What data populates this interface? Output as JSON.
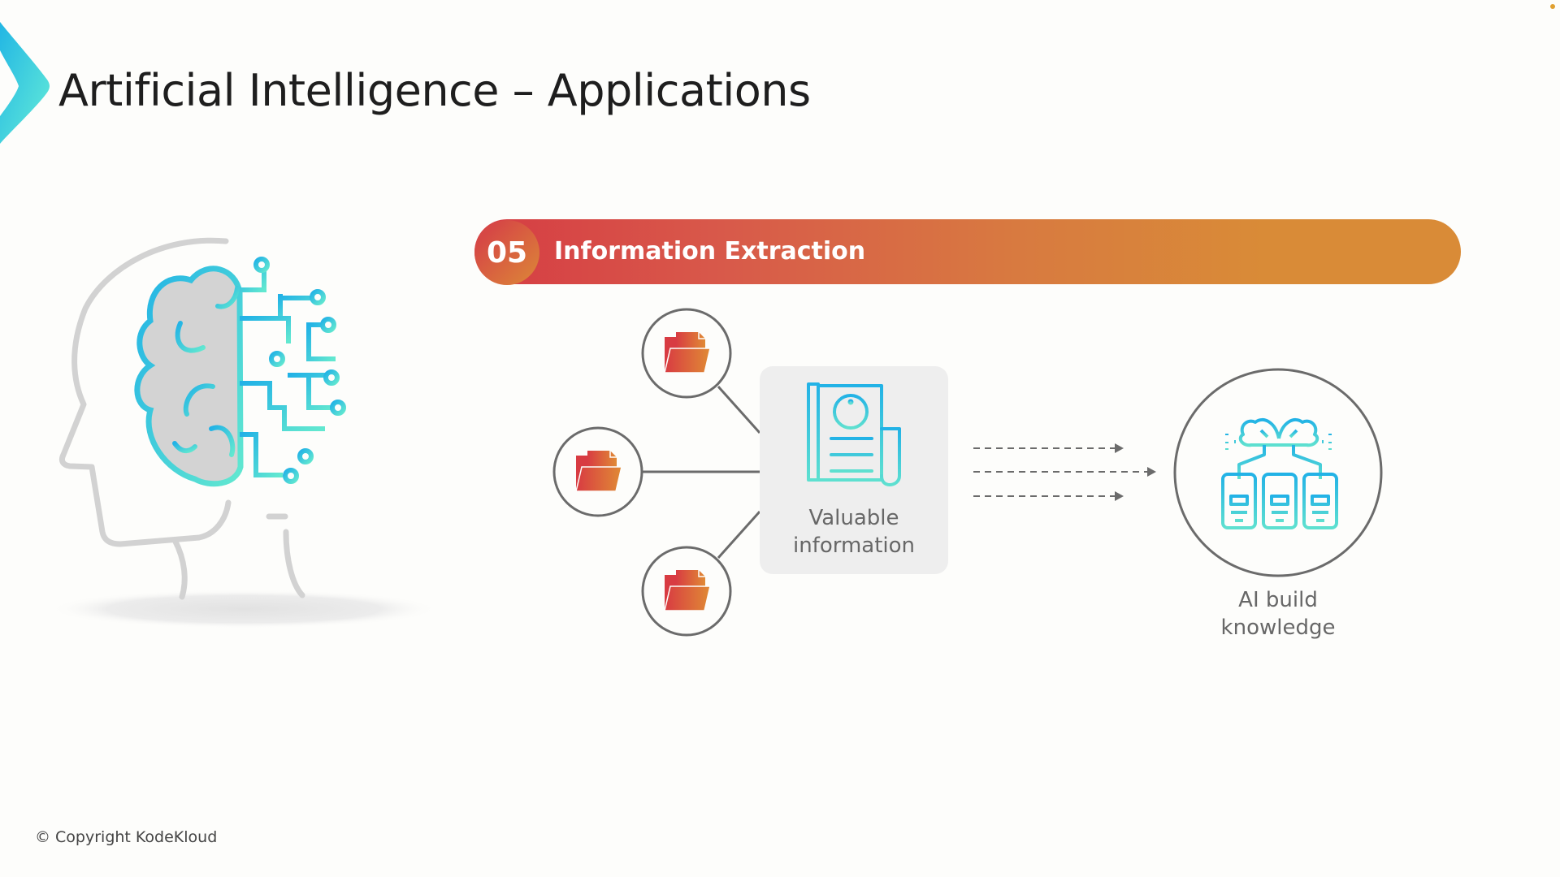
{
  "slide": {
    "title": "Artificial Intelligence – Applications",
    "section_number": "05",
    "section_title": "Information Extraction",
    "footer": "© Copyright KodeKloud"
  },
  "diagram": {
    "sources": [
      {
        "icon": "folder-icon"
      },
      {
        "icon": "folder-icon"
      },
      {
        "icon": "folder-icon"
      }
    ],
    "hub": {
      "icon": "document-info-icon",
      "label_line1": "Valuable",
      "label_line2": "information"
    },
    "target": {
      "icon": "brain-servers-icon",
      "label_line1": "AI build",
      "label_line2": "knowledge"
    },
    "arrow_count": 3
  },
  "colors": {
    "brand_teal_start": "#25b6e4",
    "brand_teal_end": "#5ee6d2",
    "banner_red": "#d63c43",
    "banner_orange": "#d98b37",
    "outline_gray": "#666666",
    "head_gray": "#d2d2d2"
  }
}
